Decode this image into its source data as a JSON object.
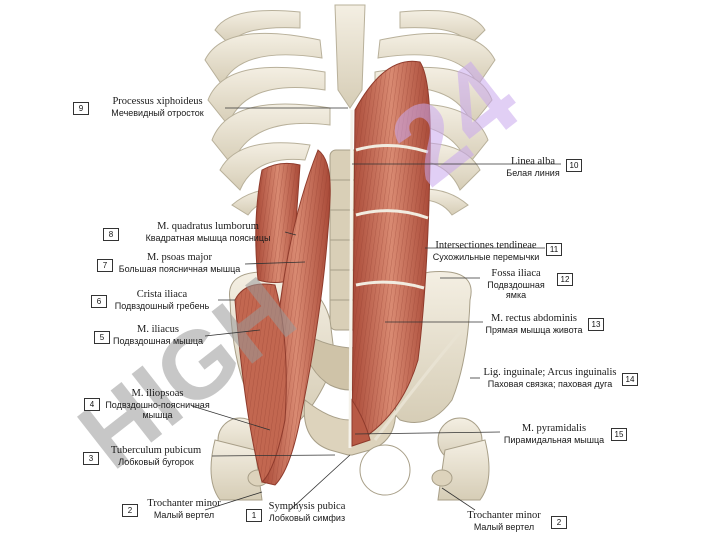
{
  "labels": [
    {
      "num": "9",
      "lat": "Processus xiphoideus",
      "rus": "Мечевидный отросток"
    },
    {
      "num": "8",
      "lat": "M. quadratus lumborum",
      "rus": "Квадратная мышца поясницы"
    },
    {
      "num": "7",
      "lat": "M. psoas major",
      "rus": "Большая поясничная мышца"
    },
    {
      "num": "6",
      "lat": "Crista iliaca",
      "rus": "Подвздошный гребень"
    },
    {
      "num": "5",
      "lat": "M. iliacus",
      "rus": "Подвздошная мышца"
    },
    {
      "num": "4",
      "lat": "M. iliopsoas",
      "rus": "Подвздошно-поясничная мышца"
    },
    {
      "num": "3",
      "lat": "Tuberculum pubicum",
      "rus": "Лобковый бугорок"
    },
    {
      "num": "2",
      "lat": "Trochanter minor",
      "rus": "Малый вертел"
    },
    {
      "num": "1",
      "lat": "Symphysis pubica",
      "rus": "Лобковый симфиз"
    },
    {
      "num": "2",
      "lat": "Trochanter minor",
      "rus": "Малый вертел"
    },
    {
      "num": "10",
      "lat": "Linea alba",
      "rus": "Белая линия"
    },
    {
      "num": "11",
      "lat": "Intersectiones tendineae",
      "rus": "Сухожильные перемычки"
    },
    {
      "num": "12",
      "lat": "Fossa iliaca",
      "rus": "Подвздошная ямка"
    },
    {
      "num": "13",
      "lat": "M. rectus abdominis",
      "rus": "Прямая мышца живота"
    },
    {
      "num": "14",
      "lat": "Lig. inguinale; Arcus inguinalis",
      "rus": "Паховая связка; паховая дуга"
    },
    {
      "num": "15",
      "lat": "M. pyramidalis",
      "rus": "Пирамидальная мышца"
    }
  ],
  "colors": {
    "bone": "#ece6d6",
    "bone_shade": "#b8b09a",
    "muscle": "#c96b55",
    "muscle_dark": "#8f3b2c",
    "tendon": "#f1ece0",
    "watermark_gray": "#9a9a9a",
    "watermark_violet": "#c9a8ee"
  }
}
